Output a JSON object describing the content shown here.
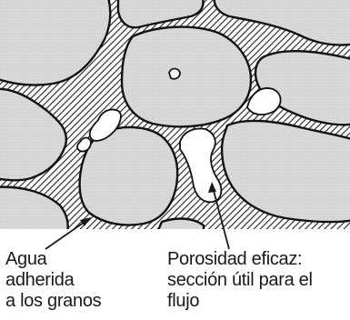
{
  "figure": {
    "labels": {
      "adhered_water": [
        "Agua",
        "adherida",
        "a los granos"
      ],
      "effective_porosity": [
        "Porosidad eficaz:",
        "sección útil para el",
        "flujo"
      ]
    },
    "colors": {
      "grain_fill": "#dadada",
      "water_hatch": "#1f1f1f",
      "outline": "#111111",
      "pore_space": "#ffffff"
    }
  }
}
